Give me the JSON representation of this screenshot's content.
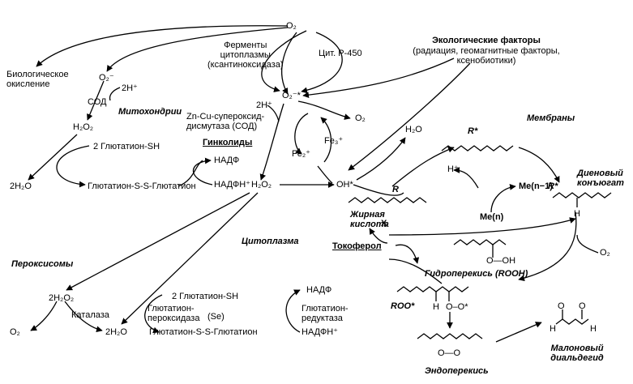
{
  "labels": {
    "o2_top": "O₂",
    "enzymes": "Ферменты\nцитоплазмы\n(ксантиноксидаза)",
    "cyt": "Цит. Р-450",
    "eco_title": "Экологические факторы",
    "eco_sub": "(радиация, геомагнитные факторы,\nксенобиотики)",
    "bio_ox": "Биологическое\nокисление",
    "o2minus_left": "O₂⁻",
    "twoH_left": "2H⁺",
    "sod_left": "СОД",
    "mito": "Митохондрии",
    "h2o2_left": "H₂O₂",
    "glut_sh_left": "2 Глютатион-SH",
    "nadf_left": "НАДФ",
    "h2o_left": "2H₂O",
    "glut_ss_left": "Глютатион-S-S-Глютатион",
    "nadfh_left": "НАДФН⁺",
    "o2minus_center": "O₂⁻*",
    "twoH_center": "2H⁺",
    "zncu": "Zn-Cu-супероксид-\nдисмутаза (СОД)",
    "ginkgo": "Гинколиды",
    "o2_center": "O₂",
    "fe2": "Fe₂⁺",
    "fe3": "Fe₃⁺",
    "h2o2_center": "H₂O₂",
    "oh": "OH*",
    "h2o_right": "H₂O",
    "r_star_top": "R*",
    "membranes": "Мембраны",
    "hplus": "H⁺",
    "r_label": "R",
    "me_n1": "Me(n−1)",
    "me_n": "Me(n)",
    "r_star_right": "R*",
    "diene": "Диеновый\nконъюгат",
    "fatty": "Жирная\nкислота",
    "h_right": "H",
    "cytoplasm": "Цитоплазма",
    "tocopherol": "Токоферол",
    "x_mark": "X",
    "ooh": "O—OH",
    "hydroperox": "Гидроперекись (ROOH)",
    "o2_right": "O₂",
    "peroxisomes": "Пероксисомы",
    "two_h2o2": "2H₂O₂",
    "glut_sh_bottom": "2  Глютатион-SH",
    "nadf_bottom": "НАДФ",
    "catalase": "Каталаза",
    "glut_perox": "Глютатион-\nпероксидаза",
    "se": "(Se)",
    "glut_red": "Глютатион-\nредуктаза",
    "roo": "ROO*",
    "h_roo": "H",
    "oo_roo": "O–O*",
    "o2_bottom": "O₂",
    "h2o_bottom": "2H₂O",
    "glut_ss_bottom": "Глютатион-S-S-Глютатион",
    "nadfh_bottom": "НАДФН⁺",
    "endo": "Эндоперекись",
    "malon": "Малоновый\nдиальдегид",
    "o_a": "O",
    "o_b": "O",
    "h_a": "H",
    "h_b": "H",
    "endo_o": "O—O"
  }
}
